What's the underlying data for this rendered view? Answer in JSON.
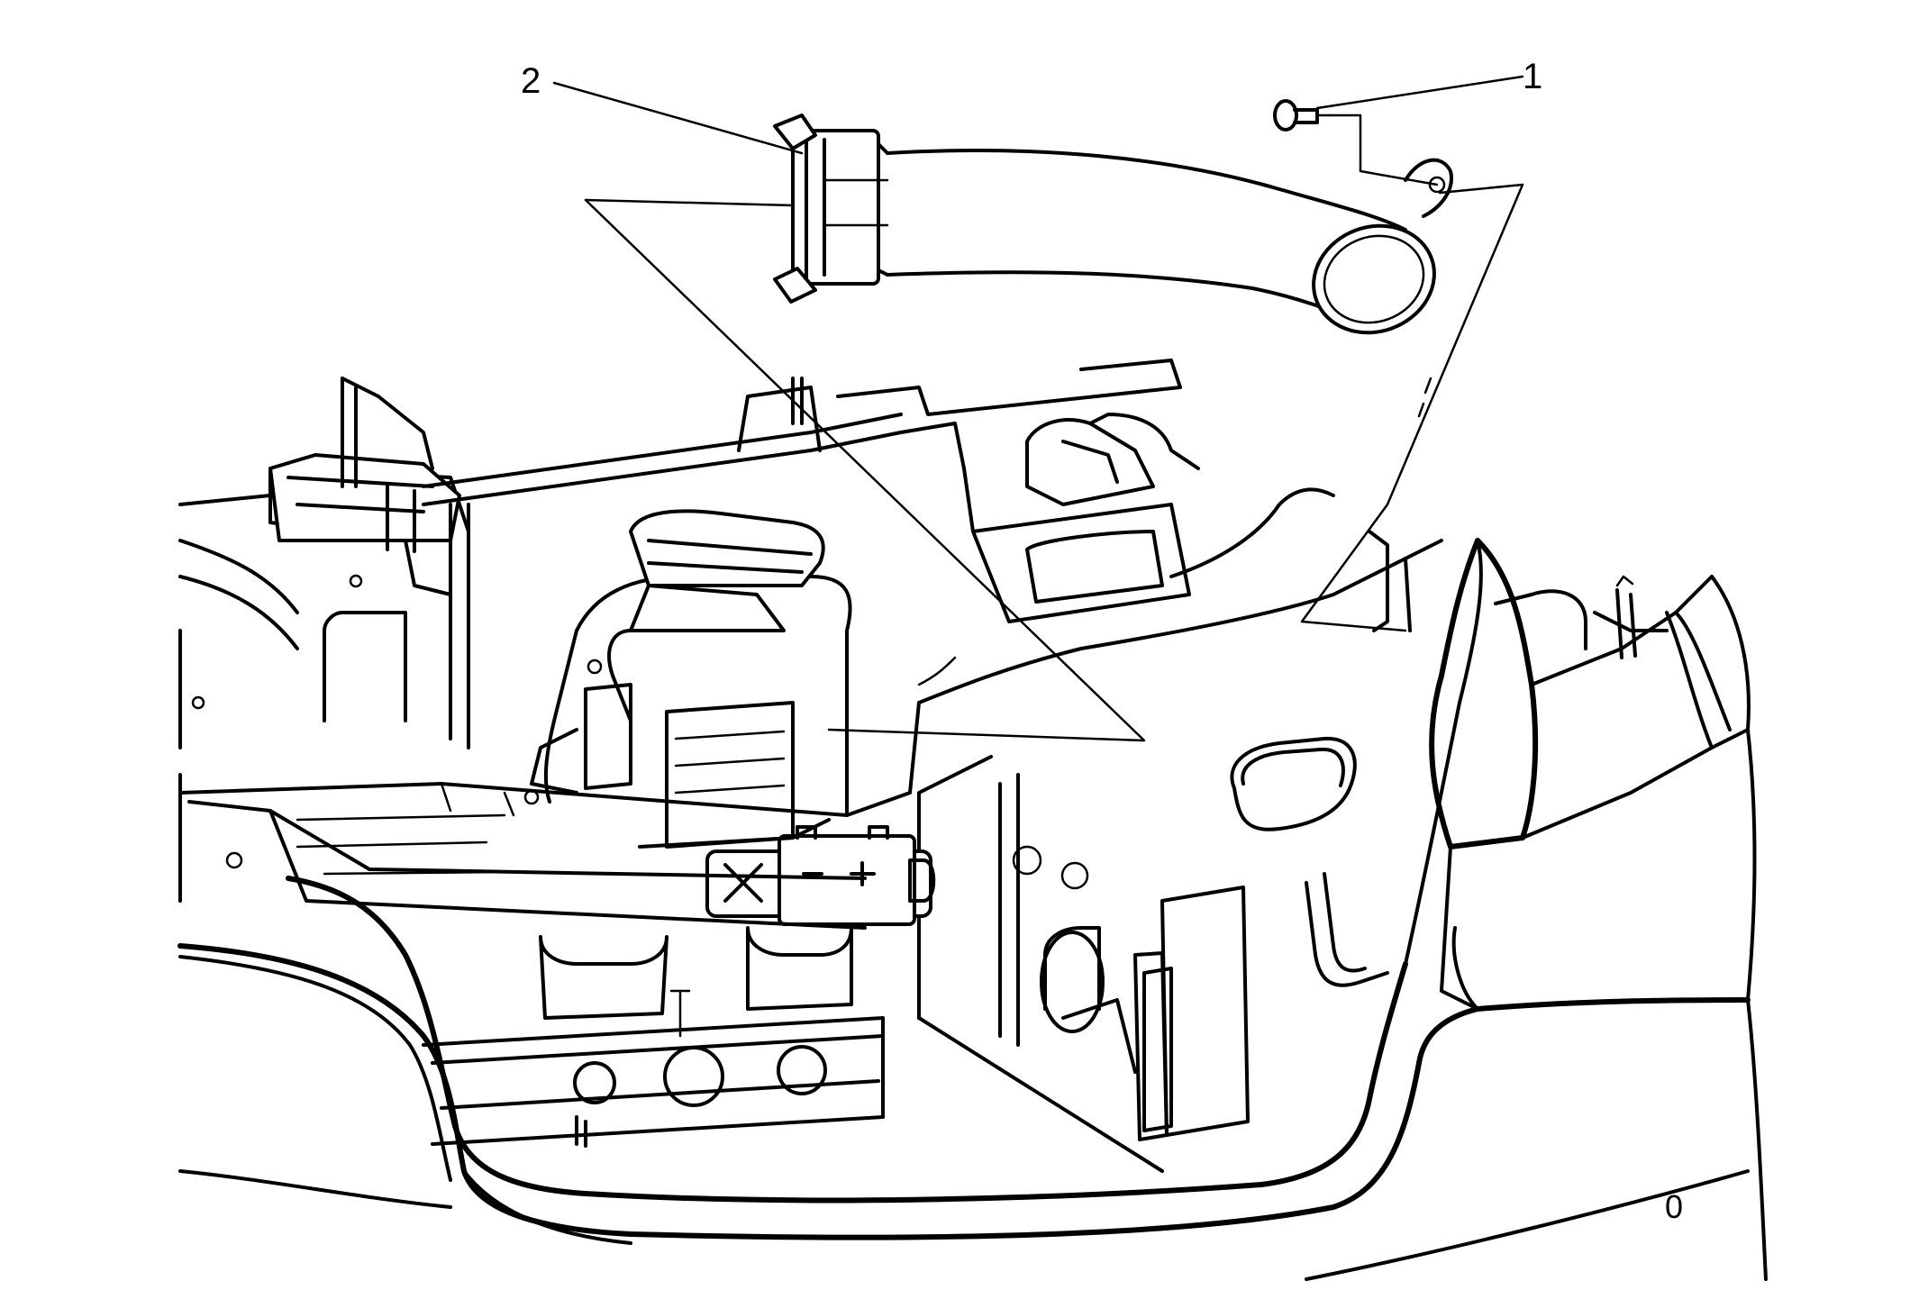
{
  "callouts": {
    "part_1": "1",
    "part_2": "2",
    "view_marker": "0"
  },
  "colors": {
    "ink": "#000000",
    "paper": "#ffffff"
  }
}
